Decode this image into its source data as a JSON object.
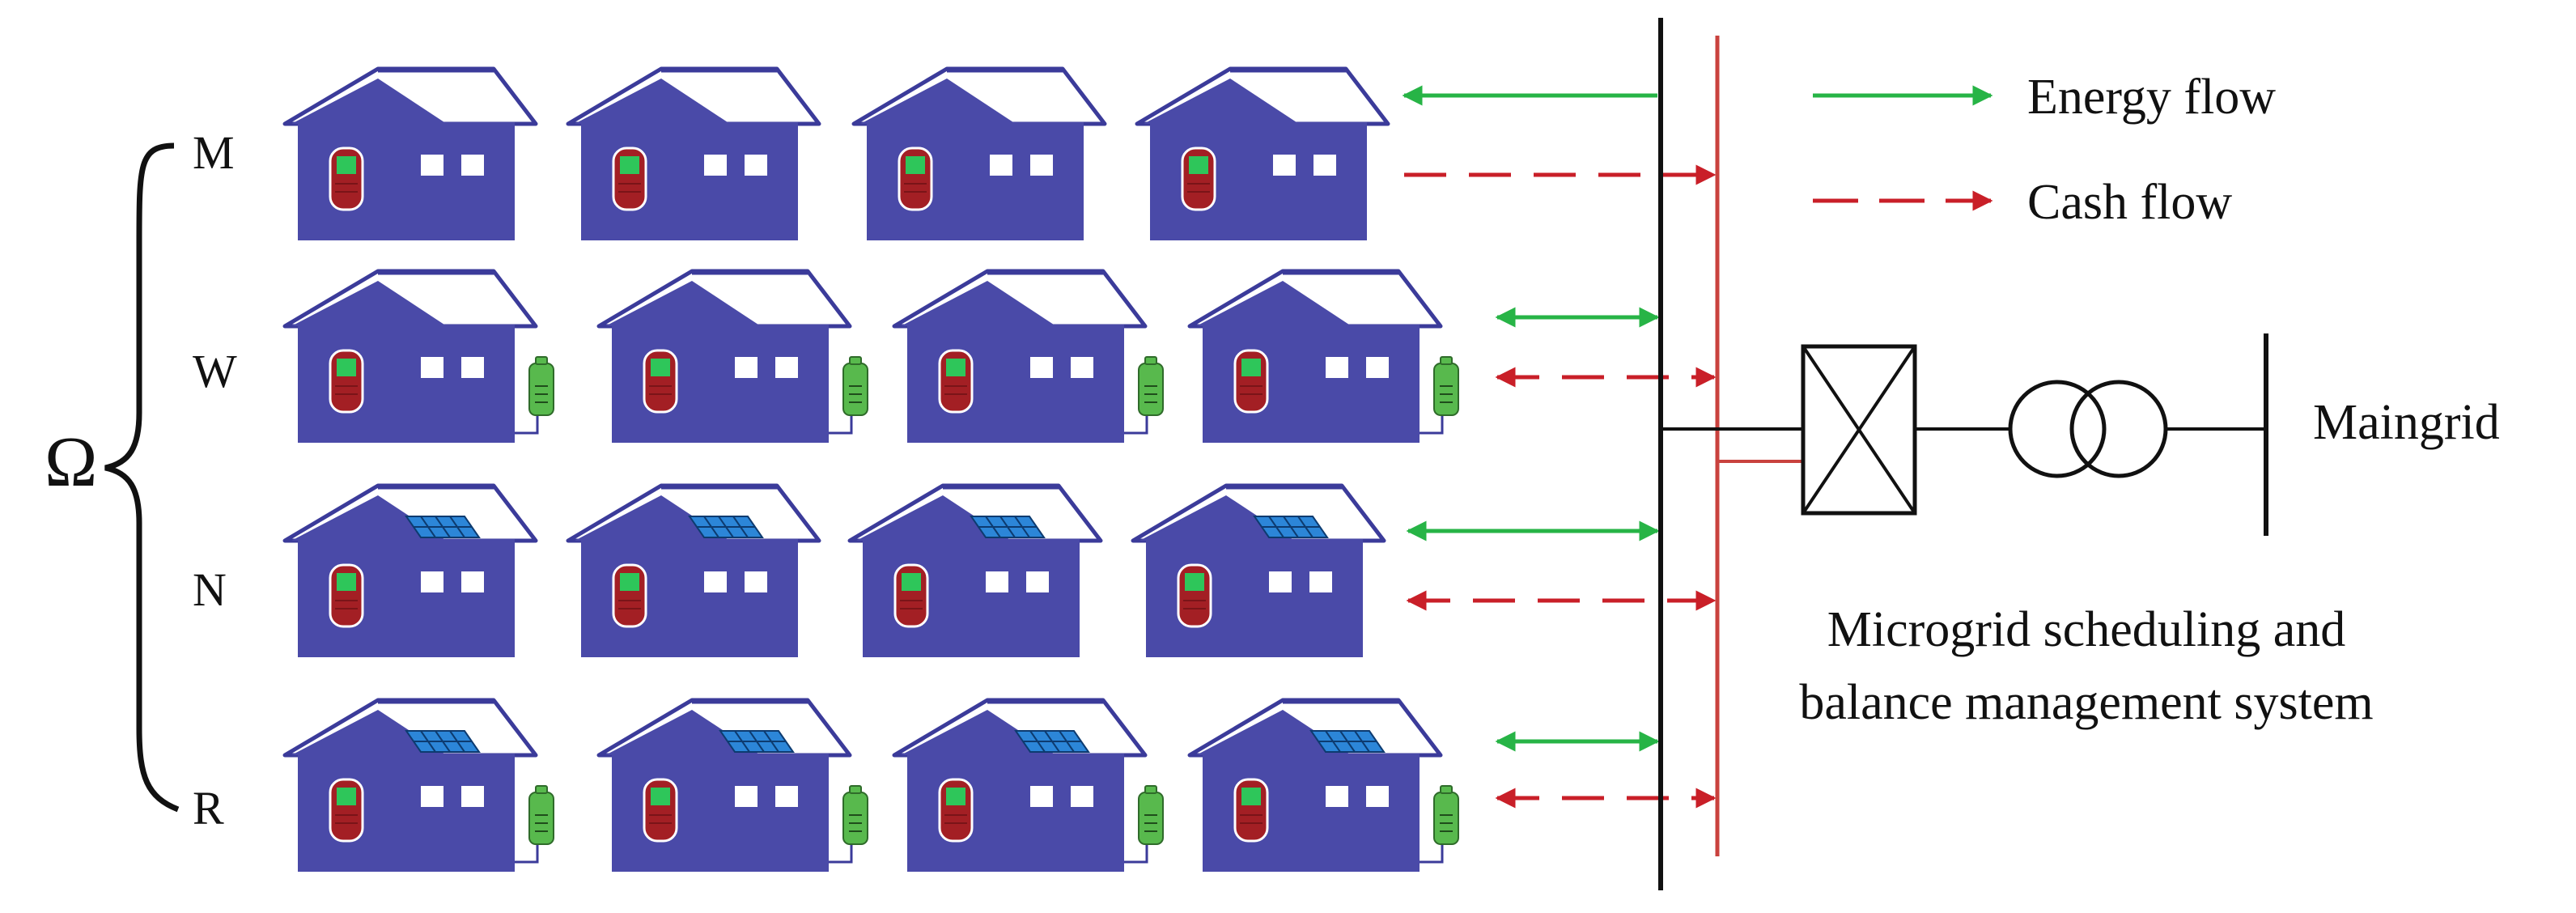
{
  "colors": {
    "house": "#4a4aa8",
    "house_outline": "#3b3b9a",
    "roof": "#ffffff",
    "meter_body": "#a31f24",
    "meter_screen": "#2ec65a",
    "battery": "#58b94d",
    "solar": "#2c86d8",
    "energy": "#27b446",
    "cash": "#c91f28",
    "bus_black": "#111111",
    "bus_red": "#c9423e"
  },
  "set_symbol": "Ω",
  "rows": [
    {
      "label": "M",
      "solar": false,
      "battery": false,
      "energy_dir": "in",
      "cash_dir": "out"
    },
    {
      "label": "W",
      "solar": false,
      "battery": true,
      "energy_dir": "both",
      "cash_dir": "both"
    },
    {
      "label": "N",
      "solar": true,
      "battery": false,
      "energy_dir": "both",
      "cash_dir": "both"
    },
    {
      "label": "R",
      "solar": true,
      "battery": true,
      "energy_dir": "both",
      "cash_dir": "both"
    }
  ],
  "legend": {
    "energy": "Energy flow",
    "cash": "Cash flow"
  },
  "maingrid_label": "Maingrid",
  "system_label": {
    "line1": "Microgrid scheduling and",
    "line2": "balance management system"
  }
}
